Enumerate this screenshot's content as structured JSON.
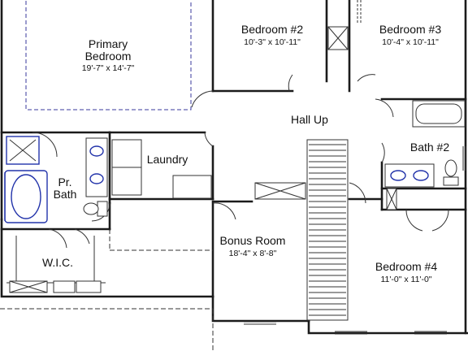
{
  "rooms": {
    "primary": {
      "name1": "Primary",
      "name2": "Bedroom",
      "dims": "19'-7\" x 14'-7\""
    },
    "bedroom2": {
      "name": "Bedroom #2",
      "dims": "10'-3\" x 10'-11\""
    },
    "bedroom3": {
      "name": "Bedroom #3",
      "dims": "10'-4\" x 10'-11\""
    },
    "hall": {
      "name": "Hall Up"
    },
    "laundry": {
      "name": "Laundry"
    },
    "prbath": {
      "name1": "Pr.",
      "name2": "Bath"
    },
    "bath2": {
      "name": "Bath #2"
    },
    "wic": {
      "name": "W.I.C."
    },
    "bonus": {
      "name": "Bonus Room",
      "dims": "18'-4\" x 8'-8\""
    },
    "bedroom4": {
      "name": "Bedroom #4",
      "dims": "11'-0\" x 11'-0\""
    }
  },
  "colors": {
    "walls": "#1b1b1b",
    "fixtures_highlight": "#2233aa",
    "background": "#ffffff"
  }
}
